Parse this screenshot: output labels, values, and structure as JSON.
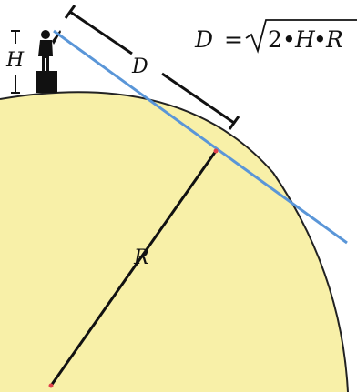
{
  "labels": {
    "height": "H",
    "distance": "D",
    "radius": "R"
  },
  "formula": {
    "lhs": "D",
    "equals": "=",
    "two": "2",
    "dot": "•",
    "h": "H",
    "r": "R"
  },
  "colors": {
    "earth_fill": "#f8f0a8",
    "earth_outline": "#222222",
    "sight_line": "#5a96d8",
    "tangent_point": "#e0404a",
    "center_point": "#e0404a",
    "figure": "#111111"
  }
}
